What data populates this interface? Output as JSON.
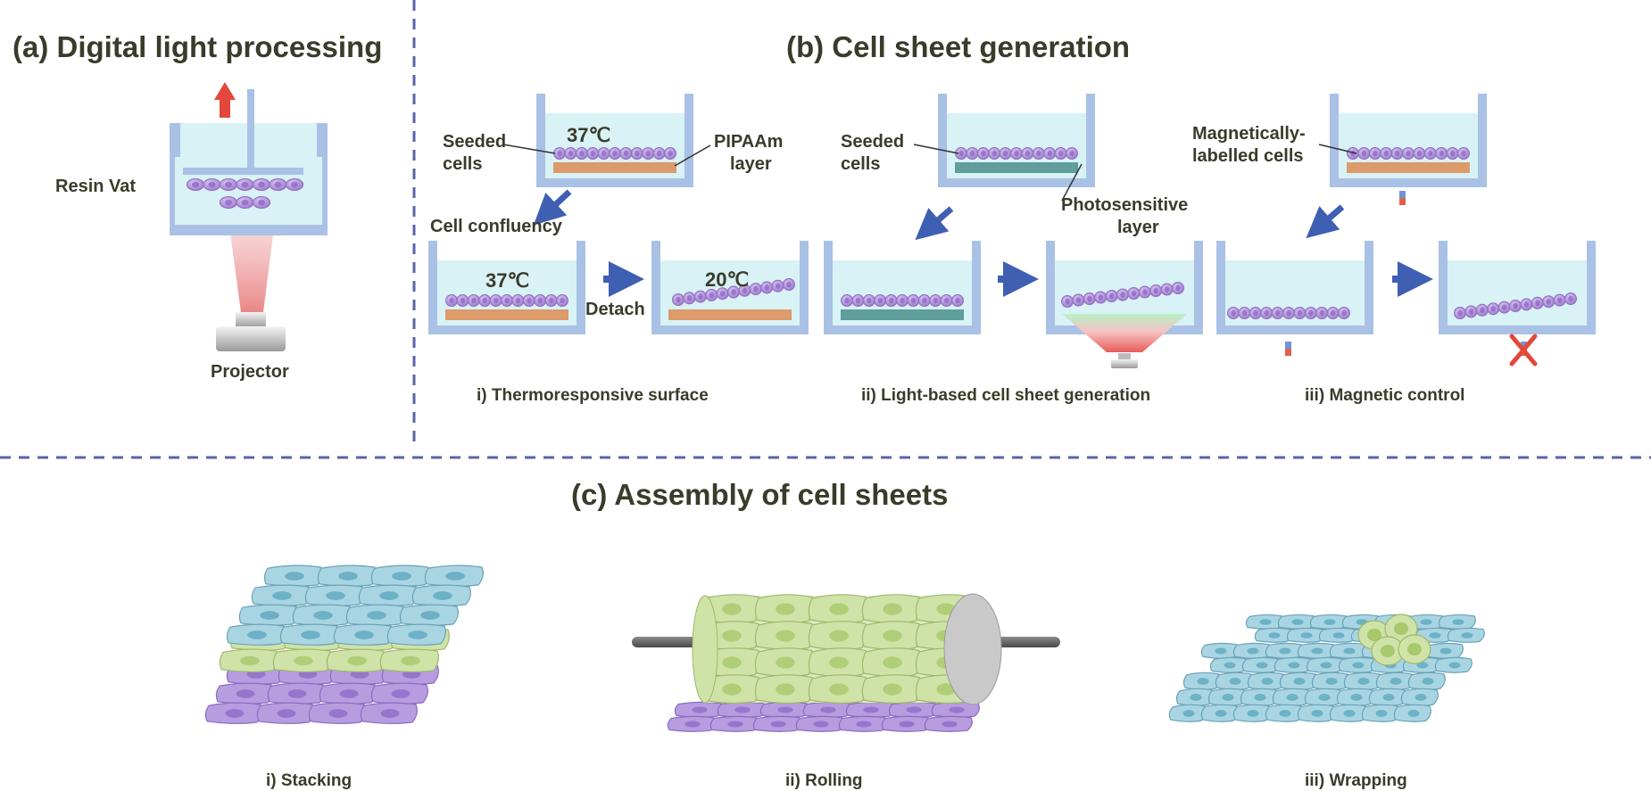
{
  "panel_a": {
    "title": "(a) Digital light processing",
    "resin_label": "Resin Vat",
    "projector_label": "Projector"
  },
  "panel_b": {
    "title": "(b) Cell sheet generation",
    "thermo": {
      "temp_top": "37℃",
      "seeded_label_1": "Seeded",
      "seeded_label_2": "cells",
      "pipaam_label_1": "PIPAAm",
      "pipaam_label_2": "layer",
      "confluency_label": "Cell confluency",
      "temp_left": "37℃",
      "temp_right": "20℃",
      "detach_label": "Detach",
      "caption": "i) Thermoresponsive surface"
    },
    "light": {
      "seeded_label_1": "Seeded",
      "seeded_label_2": "cells",
      "photo_label_1": "Photosensitive",
      "photo_label_2": "layer",
      "caption": "ii) Light-based cell sheet generation"
    },
    "magnetic": {
      "mag_label_1": "Magnetically-",
      "mag_label_2": "labelled cells",
      "caption": "iii) Magnetic control"
    }
  },
  "panel_c": {
    "title": "(c) Assembly of cell sheets",
    "stacking_caption": "i) Stacking",
    "rolling_caption": "ii) Rolling",
    "wrapping_caption": "iii) Wrapping"
  },
  "colors": {
    "vat_wall": "#aac1e6",
    "medium": "#d8f2f6",
    "pipaam": "#dd9a6a",
    "photosensitive": "#5f9e9a",
    "cell": "#ae8fd6",
    "cell_nucleus": "#8a63c2",
    "arrow": "#3f5fb3",
    "red_arrow": "#e2483a",
    "divider": "#5a64a6",
    "green_sheet": "#cfe3a8",
    "blue_sheet": "#a9d5e2",
    "purple_sheet": "#b79ce0"
  }
}
